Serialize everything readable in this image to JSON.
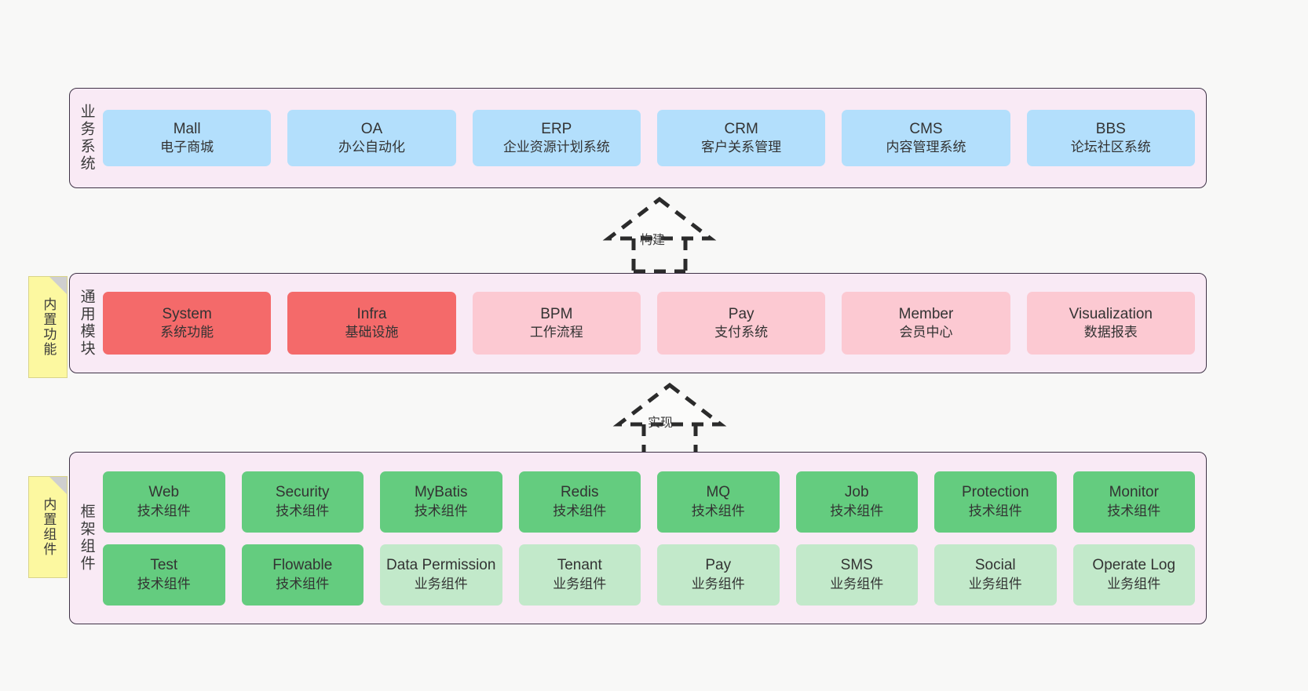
{
  "layers": {
    "business": {
      "title": "业务系统",
      "nodes": [
        {
          "en": "Mall",
          "cn": "电子商城"
        },
        {
          "en": "OA",
          "cn": "办公自动化"
        },
        {
          "en": "ERP",
          "cn": "企业资源计划系统"
        },
        {
          "en": "CRM",
          "cn": "客户关系管理"
        },
        {
          "en": "CMS",
          "cn": "内容管理系统"
        },
        {
          "en": "BBS",
          "cn": "论坛社区系统"
        }
      ]
    },
    "module": {
      "title": "通用模块",
      "nodes": [
        {
          "en": "System",
          "cn": "系统功能"
        },
        {
          "en": "Infra",
          "cn": "基础设施"
        },
        {
          "en": "BPM",
          "cn": "工作流程"
        },
        {
          "en": "Pay",
          "cn": "支付系统"
        },
        {
          "en": "Member",
          "cn": "会员中心"
        },
        {
          "en": "Visualization",
          "cn": "数据报表"
        }
      ]
    },
    "framework": {
      "title": "框架组件",
      "row1": [
        {
          "en": "Web",
          "cn": "技术组件"
        },
        {
          "en": "Security",
          "cn": "技术组件"
        },
        {
          "en": "MyBatis",
          "cn": "技术组件"
        },
        {
          "en": "Redis",
          "cn": "技术组件"
        },
        {
          "en": "MQ",
          "cn": "技术组件"
        },
        {
          "en": "Job",
          "cn": "技术组件"
        },
        {
          "en": "Protection",
          "cn": "技术组件"
        },
        {
          "en": "Monitor",
          "cn": "技术组件"
        }
      ],
      "row2": [
        {
          "en": "Test",
          "cn": "技术组件"
        },
        {
          "en": "Flowable",
          "cn": "技术组件"
        },
        {
          "en": "Data Permission",
          "cn": "业务组件"
        },
        {
          "en": "Tenant",
          "cn": "业务组件"
        },
        {
          "en": "Pay",
          "cn": "业务组件"
        },
        {
          "en": "SMS",
          "cn": "业务组件"
        },
        {
          "en": "Social",
          "cn": "业务组件"
        },
        {
          "en": "Operate Log",
          "cn": "业务组件"
        }
      ]
    }
  },
  "stickies": {
    "builtin_function": "内置功能",
    "builtin_component": "内置组件"
  },
  "connectors": {
    "build": "构建",
    "implement": "实现"
  },
  "colors": {
    "canvas": "#f8f8f7",
    "layer_bg": "#f9eaf5",
    "layer_border": "#3f3347",
    "business_node": "#b3dffc",
    "module_strong": "#f46a6a",
    "module_light": "#fcc9d2",
    "tech_component": "#64cc7f",
    "business_component": "#c2e9ca",
    "sticky": "#fcf8a0",
    "sticky_fold": "#cfcfcf"
  }
}
